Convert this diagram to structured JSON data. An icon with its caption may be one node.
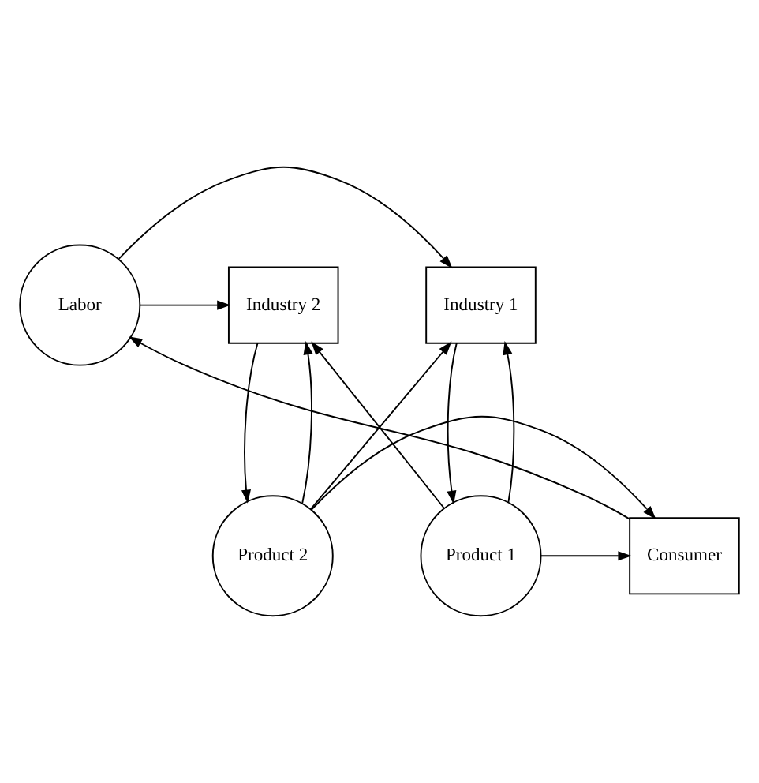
{
  "diagram": {
    "nodes": [
      {
        "text": [
          "Industry 1"
        ]
      },
      {
        "text": [
          "Industry 2"
        ]
      },
      {
        "text": [
          "Labor"
        ]
      },
      {
        "text": [
          "Product 1"
        ]
      },
      {
        "text": [
          "Product 2"
        ]
      },
      {
        "text": [
          "Consumer"
        ]
      }
    ],
    "edges": [
      {
        "from": 0,
        "to": 3,
        "arrow": "to"
      },
      {
        "from": 1,
        "to": 4,
        "arrow": "to"
      },
      {
        "from": 3,
        "to": 0,
        "arrow": "to"
      },
      {
        "from": 4,
        "to": 1,
        "arrow": "to"
      },
      {
        "from": 3,
        "to": 1,
        "arrow": "to"
      },
      {
        "from": 4,
        "to": 0,
        "arrow": "to"
      },
      {
        "from": 2,
        "to": 0,
        "arrow": "to"
      },
      {
        "from": 2,
        "to": 1,
        "arrow": "to"
      },
      {
        "from": 5,
        "to": 2,
        "arrow": "to"
      },
      {
        "from": 4,
        "to": 5,
        "arrow": "to"
      },
      {
        "from": 3,
        "to": 5,
        "arrow": "to"
      }
    ]
  }
}
